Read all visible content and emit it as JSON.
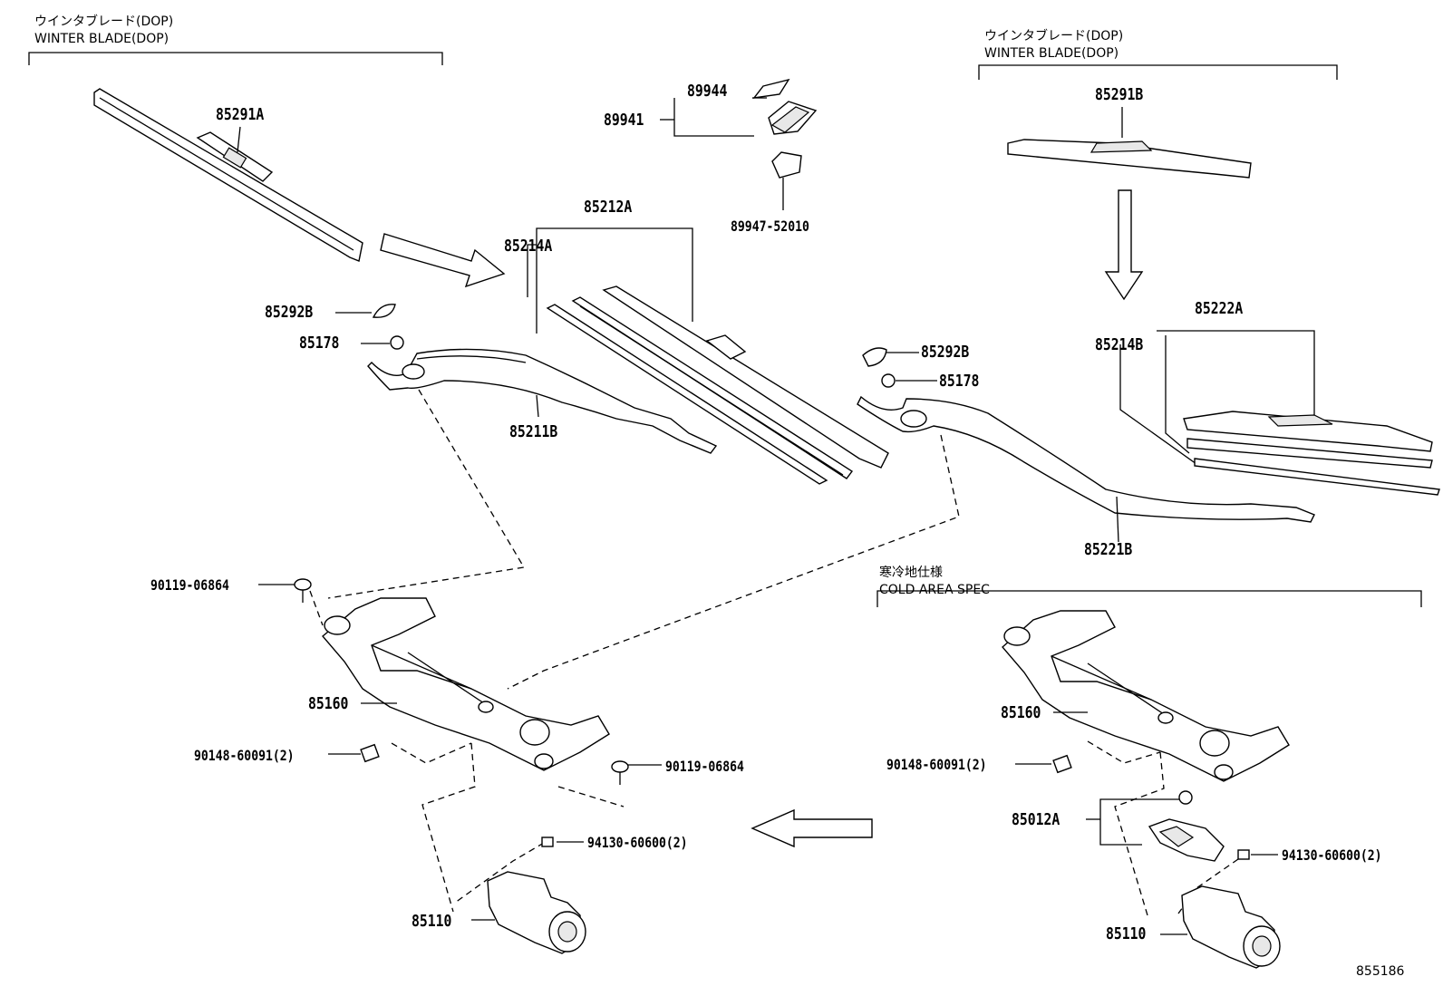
{
  "headers": {
    "winter_left_jp": "ウインタブレード(DOP)",
    "winter_left_en": "WINTER BLADE(DOP)",
    "winter_right_jp": "ウインタブレード(DOP)",
    "winter_right_en": "WINTER BLADE(DOP)",
    "cold_jp": "寒冷地仕様",
    "cold_en": "COLD AREA SPEC"
  },
  "parts": {
    "p85291A": "85291A",
    "p89944": "89944",
    "p89941": "89941",
    "p89947": "89947-52010",
    "p85212A": "85212A",
    "p85214A": "85214A",
    "p85292B_l": "85292B",
    "p85178_l": "85178",
    "p85211B": "85211B",
    "p85291B": "85291B",
    "p85292B_r": "85292B",
    "p85178_r": "85178",
    "p85222A": "85222A",
    "p85214B": "85214B",
    "p85221B": "85221B",
    "p90119_a": "90119-06864",
    "p85160_l": "85160",
    "p90148_l": "90148-60091(2)",
    "p90119_b": "90119-06864",
    "p94130_l": "94130-60600(2)",
    "p85110_l": "85110",
    "p85160_r": "85160",
    "p90148_r": "90148-60091(2)",
    "p85012A": "85012A",
    "p94130_r": "94130-60600(2)",
    "p85110_r": "85110"
  },
  "figure_id": "855186"
}
